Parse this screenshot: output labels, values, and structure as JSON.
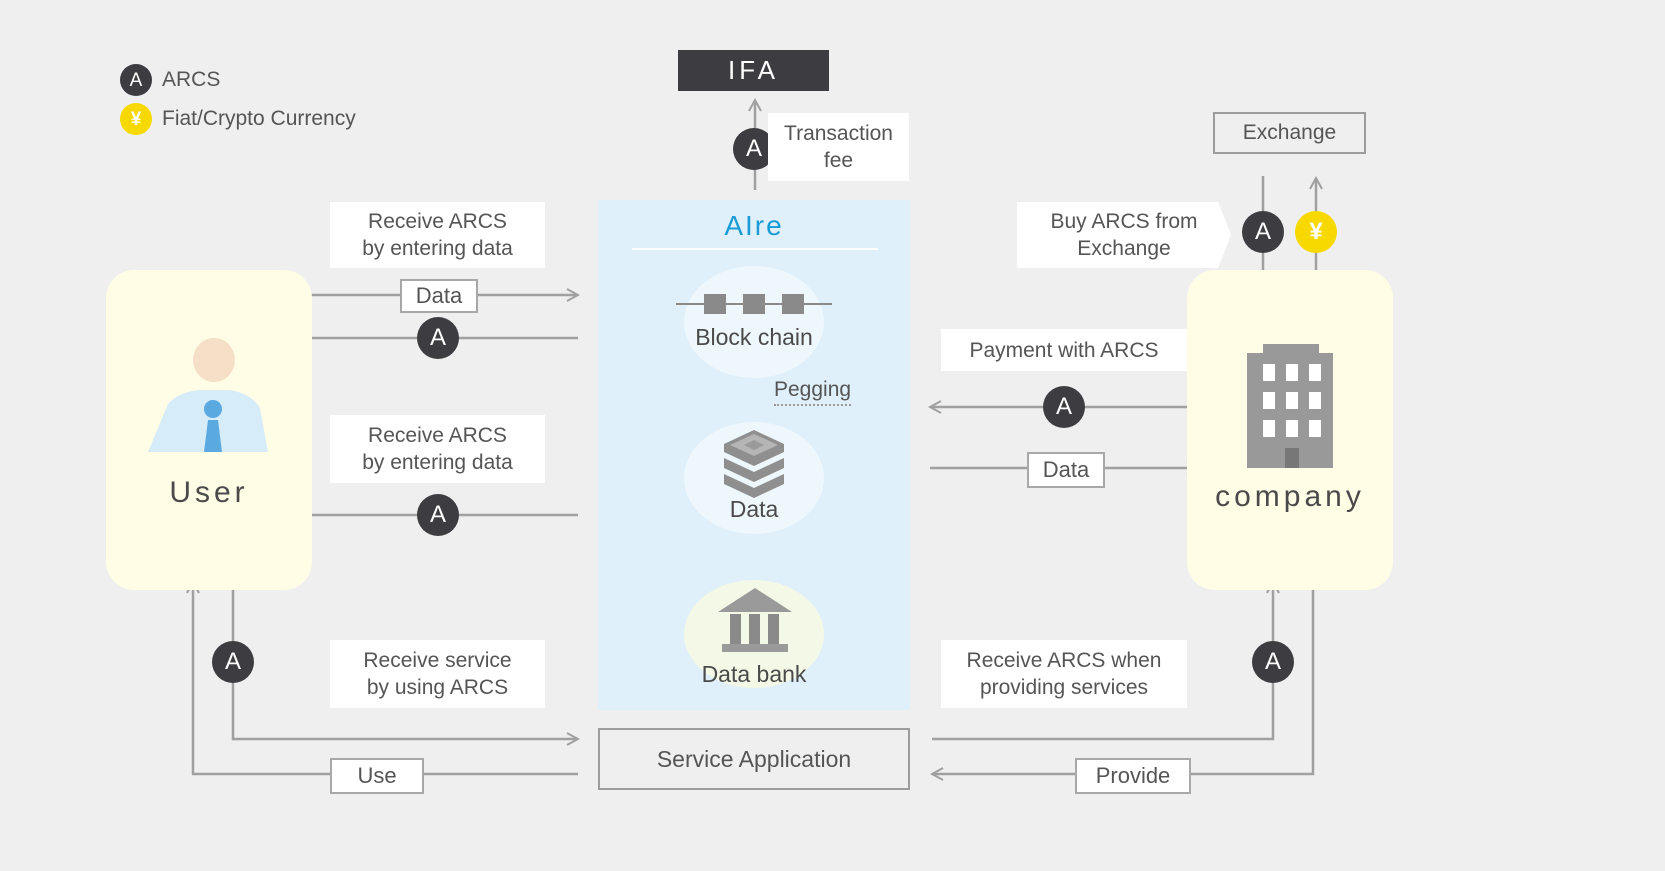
{
  "legend": {
    "items": [
      {
        "icon": "arcs-token-icon",
        "glyph": "A",
        "label": "ARCS"
      },
      {
        "icon": "fiat-currency-icon",
        "glyph": "¥",
        "label": "Fiat/Crypto Currency"
      }
    ]
  },
  "colors": {
    "background": "#efefef",
    "arcs_token": "#3c3c41",
    "fiat_token": "#f7d900",
    "actor_fill": "#fffde6",
    "platform_fill": "#dff0fa",
    "platform_title": "#1a9ad6",
    "arrow": "#a0a0a0"
  },
  "ifa": {
    "label": "IFA",
    "fee_label": "Transaction\nfee"
  },
  "platform": {
    "title": "AIre",
    "blockchain_label": "Block chain",
    "pegging_label": "Pegging",
    "data_label": "Data",
    "databank_label": "Data bank"
  },
  "service_app": {
    "label": "Service Application"
  },
  "user": {
    "label": "User"
  },
  "company": {
    "label": "company"
  },
  "exchange": {
    "label": "Exchange",
    "buy_label": "Buy ARCS from\nExchange"
  },
  "flows": {
    "user_data_note": "Receive ARCS\nby entering data",
    "user_data_tag": "Data",
    "user_data_note_2": "Receive ARCS\nby entering data",
    "user_service_note": "Receive  service\nby using ARCS",
    "user_use_tag": "Use",
    "company_payment_note": "Payment with ARCS",
    "company_data_tag": "Data",
    "company_provide_note": "Receive ARCS when\nproviding services",
    "company_provide_tag": "Provide"
  },
  "token_glyphs": {
    "arcs": "A",
    "yen": "¥"
  }
}
